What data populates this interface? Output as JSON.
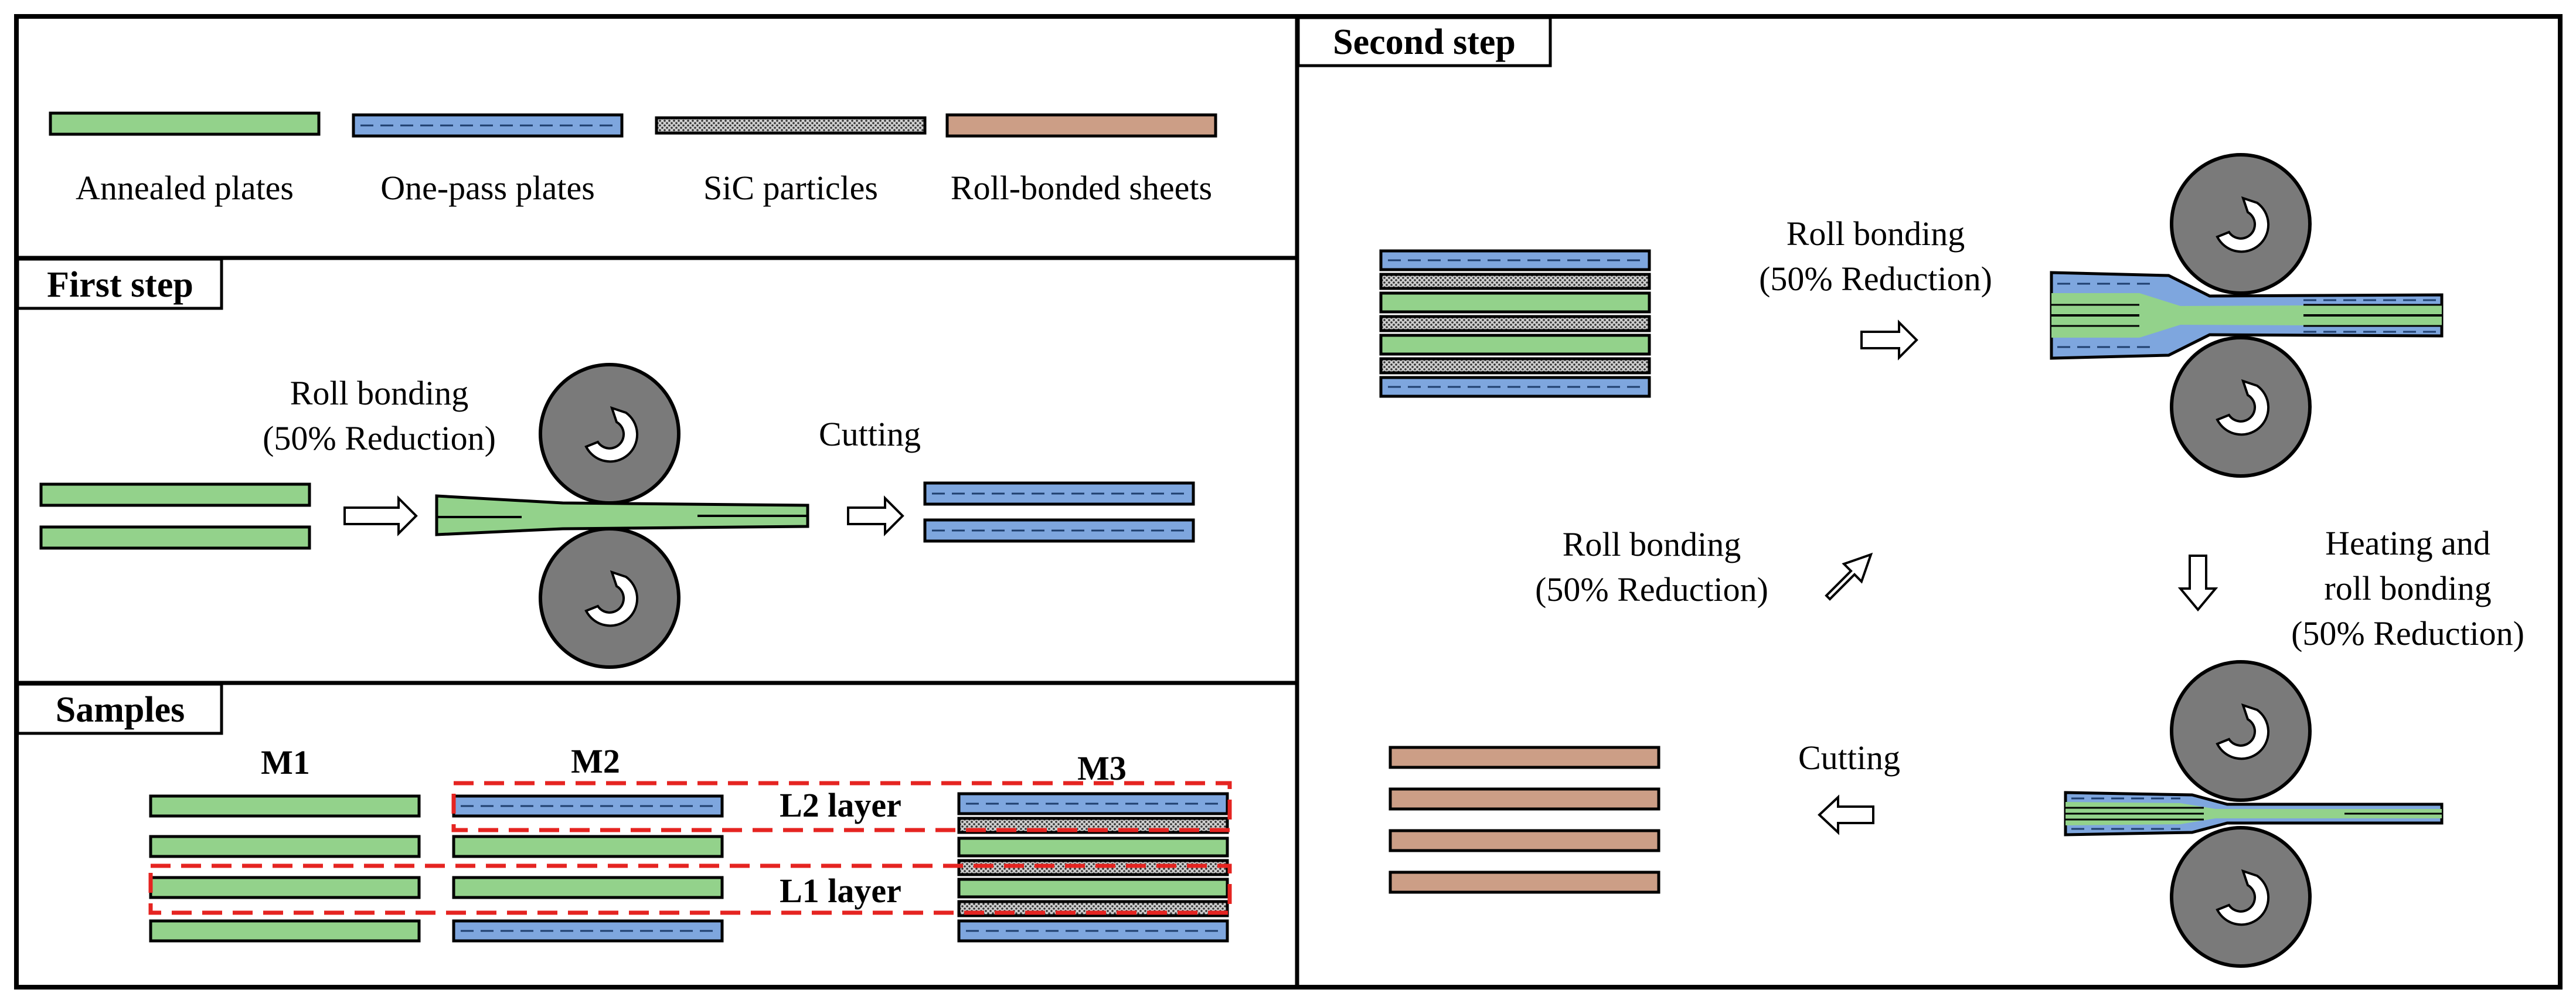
{
  "legend": {
    "annealed": "Annealed plates",
    "one_pass": "One-pass plates",
    "sic": "SiC particles",
    "roll_bonded": "Roll-bonded sheets"
  },
  "first_step": {
    "title": "First step",
    "roll_label_1": "Roll bonding",
    "roll_label_2": "(50% Reduction)",
    "cutting": "Cutting"
  },
  "samples": {
    "title": "Samples",
    "m1": "M1",
    "m2": "M2",
    "m3": "M3",
    "l2": "L2  layer",
    "l1": "L1  layer"
  },
  "second_step": {
    "title": "Second step",
    "roll_top_1": "Roll bonding",
    "roll_top_2": "(50% Reduction)",
    "heat_1": "Heating and",
    "heat_2": "roll bonding",
    "heat_3": "(50% Reduction)",
    "roll_mid_1": "Roll bonding",
    "roll_mid_2": "(50% Reduction)",
    "cutting": "Cutting"
  },
  "colors": {
    "annealed": "#93d28b",
    "one_pass": "#7ea6de",
    "sic": "#8c8c8c",
    "roll_bonded": "#cc9e86",
    "roll": "#7a7a7a",
    "layer_box": "#e52421"
  },
  "icons": [
    "rotation-arrow-icon",
    "hollow-arrow-right-icon",
    "hollow-arrow-down-icon",
    "hollow-arrow-left-icon",
    "hollow-arrow-up-right-icon"
  ]
}
